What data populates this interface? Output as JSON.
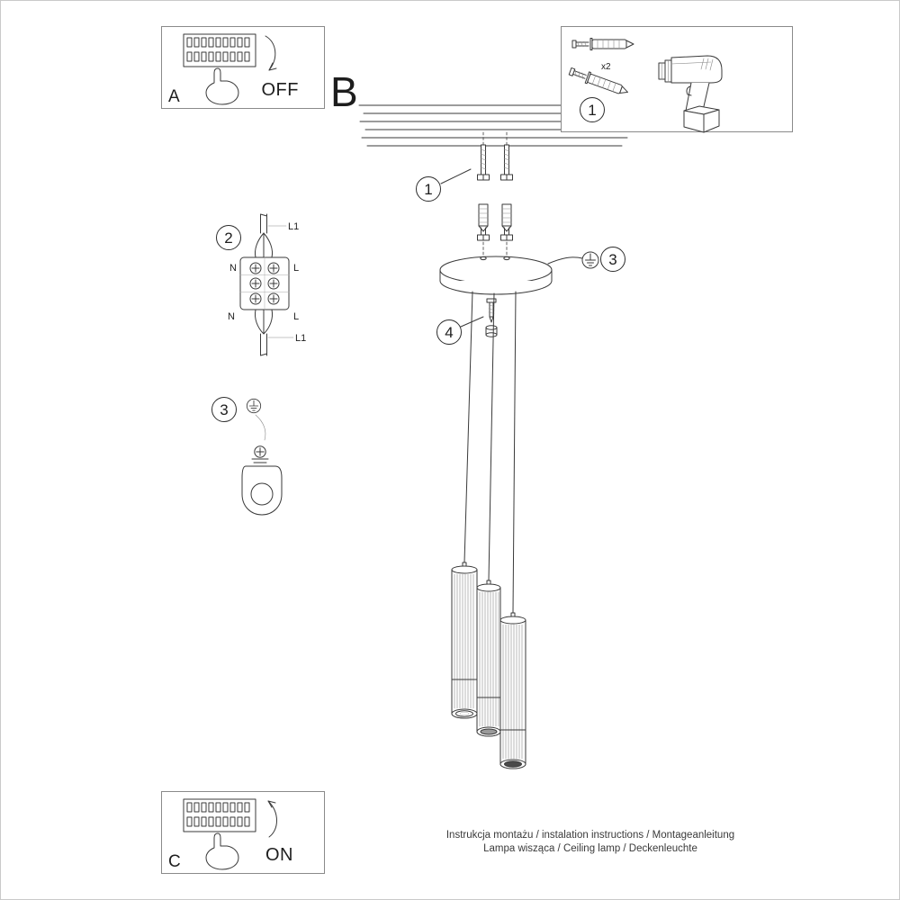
{
  "sections": {
    "a": "A",
    "b": "B",
    "c": "C"
  },
  "actions": {
    "off": "OFF",
    "on": "ON"
  },
  "steps": {
    "tools": "1",
    "mount": "1",
    "wiring": "2",
    "earth_canopy": "3",
    "canopy_screw": "4",
    "earth_bracket": "3"
  },
  "tools": {
    "quantity": "x2"
  },
  "wiring": {
    "l1_top": "L1",
    "n_top": "N",
    "l_top": "L",
    "n_bottom": "N",
    "l_bottom": "L",
    "l1_bottom": "L1"
  },
  "footer": {
    "line1": "Instrukcja montażu / instalation instructions / Montageanleitung",
    "line2": "Lampa wisząca / Ceiling lamp / Deckenleuchte"
  },
  "illustrations": {
    "breaker_panel": "circuit-breaker-with-hand",
    "drill": "power-drill",
    "wall_plugs": "wall-plugs-and-screws",
    "ceiling": "ceiling-cross-section",
    "canopy": "ceiling-canopy",
    "pendant": "three-pendant-tubes",
    "terminal": "terminal-block-wiring",
    "ground": "ground-clamp",
    "earth_symbol": "earth-ground-symbol"
  },
  "colors": {
    "line": "#3a3a3a",
    "text": "#1e1e1e"
  }
}
